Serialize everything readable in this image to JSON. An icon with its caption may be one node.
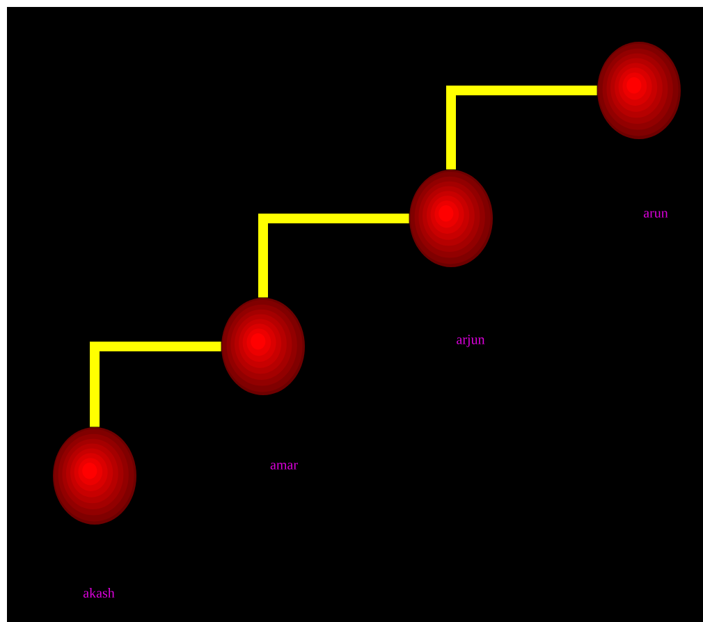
{
  "diagram": {
    "nodes": [
      {
        "text": [],
        "shape": "circle"
      },
      {
        "text": [],
        "shape": "circle"
      },
      {
        "text": [],
        "shape": "circle"
      },
      {
        "text": [],
        "shape": "circle"
      }
    ],
    "edges": [
      {
        "from": 0,
        "to": 1,
        "arrow": "none"
      },
      {
        "from": 1,
        "to": 2,
        "arrow": "none"
      },
      {
        "from": 2,
        "to": 3,
        "arrow": "none"
      }
    ],
    "labels": [
      "arun",
      "arjun",
      "amar",
      "akash"
    ]
  }
}
